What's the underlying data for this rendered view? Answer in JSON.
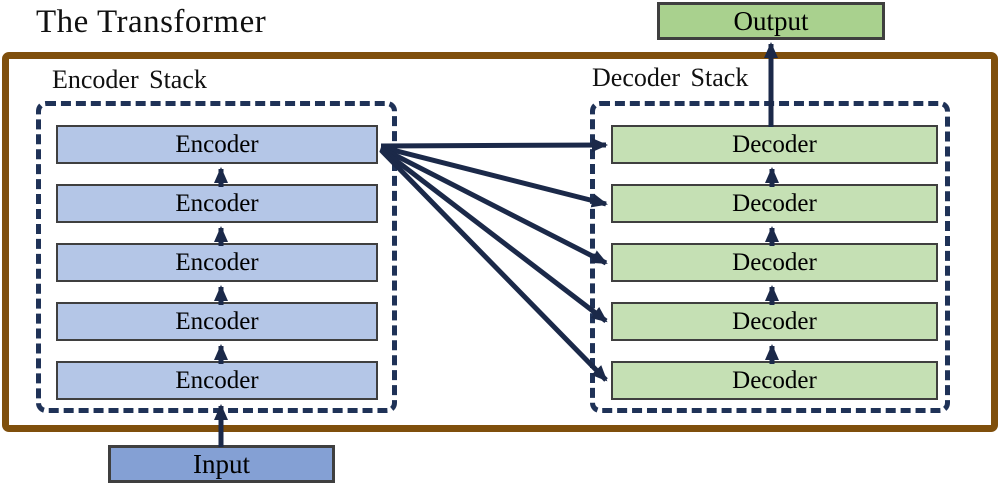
{
  "title": "The Transformer",
  "output_box": {
    "label": "Output"
  },
  "input_box": {
    "label": "Input"
  },
  "encoder_stack": {
    "label": "Encoder Stack",
    "items": [
      "Encoder",
      "Encoder",
      "Encoder",
      "Encoder",
      "Encoder"
    ]
  },
  "decoder_stack": {
    "label": "Decoder Stack",
    "items": [
      "Decoder",
      "Decoder",
      "Decoder",
      "Decoder",
      "Decoder"
    ]
  },
  "colors": {
    "frame": "#7F4F0C",
    "dashed_border": "#1F3257",
    "arrow": "#1B2949",
    "encoder_fill": "#B4C6E7",
    "decoder_fill": "#C5E0B4",
    "output_fill": "#A9D18E",
    "input_fill": "#84A0D4",
    "box_border": "#3F3F3F",
    "text": "#000000"
  }
}
